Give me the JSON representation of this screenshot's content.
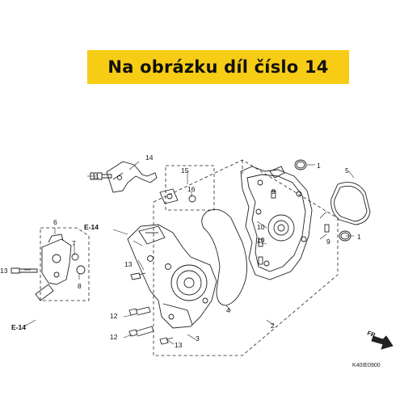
{
  "banner": {
    "text": "Na obrázku díl číslo 14",
    "color": "#f7cc14"
  },
  "callouts": {
    "n1a": "1",
    "n1b": "1",
    "n2": "2",
    "n3": "3",
    "n4": "4",
    "n5": "5",
    "n6": "6",
    "n7": "7",
    "n8": "8",
    "n9a": "9",
    "n9b": "9",
    "n10a": "10",
    "n10b": "10",
    "n11": "11",
    "n12a": "12",
    "n12b": "12",
    "n13a": "13",
    "n13b": "13",
    "n13c": "13",
    "n14": "14",
    "n15": "15",
    "n16": "16"
  },
  "refs": {
    "e14a": "E-14",
    "e14b": "E-14"
  },
  "direction": {
    "label": "FR."
  },
  "diagram_code": "K40IE0900"
}
